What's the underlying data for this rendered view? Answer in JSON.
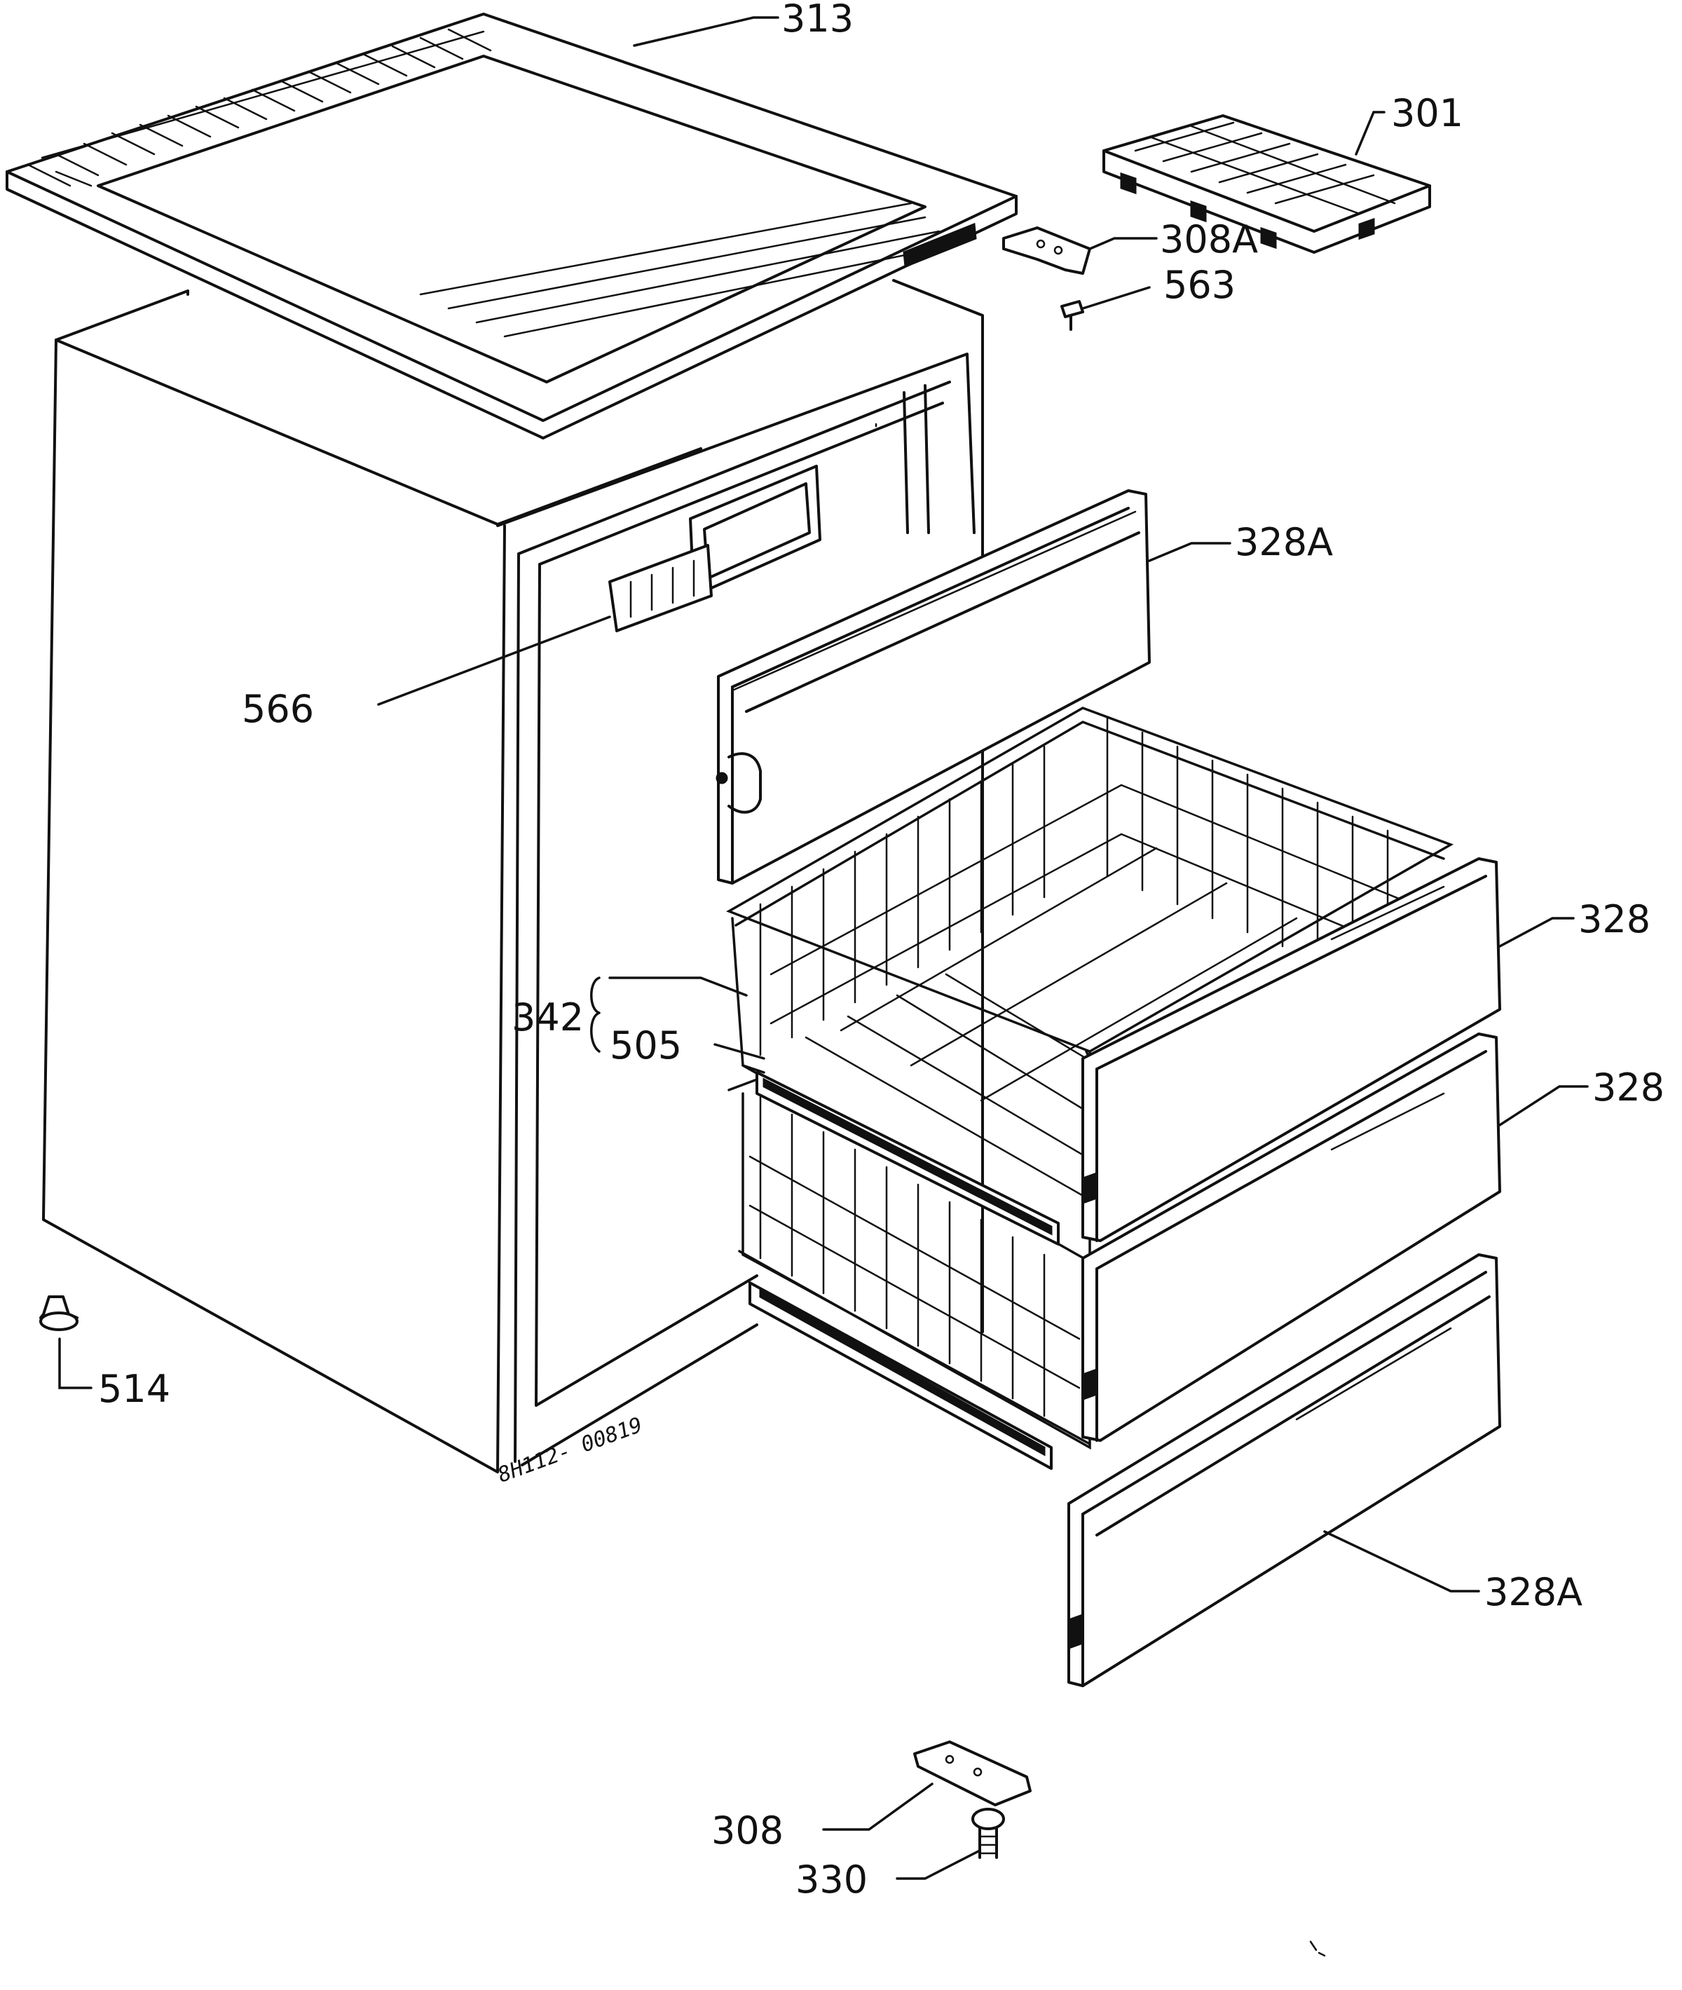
{
  "diagram": {
    "drawing_code": "8H112- 00819",
    "parts": [
      {
        "id": "313"
      },
      {
        "id": "301"
      },
      {
        "id": "308A"
      },
      {
        "id": "563"
      },
      {
        "id": "328A-top",
        "label": "328A"
      },
      {
        "id": "566"
      },
      {
        "id": "328-upper",
        "label": "328"
      },
      {
        "id": "328-lower",
        "label": "328"
      },
      {
        "id": "342"
      },
      {
        "id": "505"
      },
      {
        "id": "514"
      },
      {
        "id": "328A-bottom",
        "label": "328A"
      },
      {
        "id": "308"
      },
      {
        "id": "330"
      }
    ],
    "labels": {
      "p313": "313",
      "p301": "301",
      "p308A": "308A",
      "p563": "563",
      "p328A_top": "328A",
      "p566": "566",
      "p328_upper": "328",
      "p328_lower": "328",
      "p342": "342",
      "p505": "505",
      "p514": "514",
      "p328A_bottom": "328A",
      "p308": "308",
      "p330": "330"
    }
  }
}
